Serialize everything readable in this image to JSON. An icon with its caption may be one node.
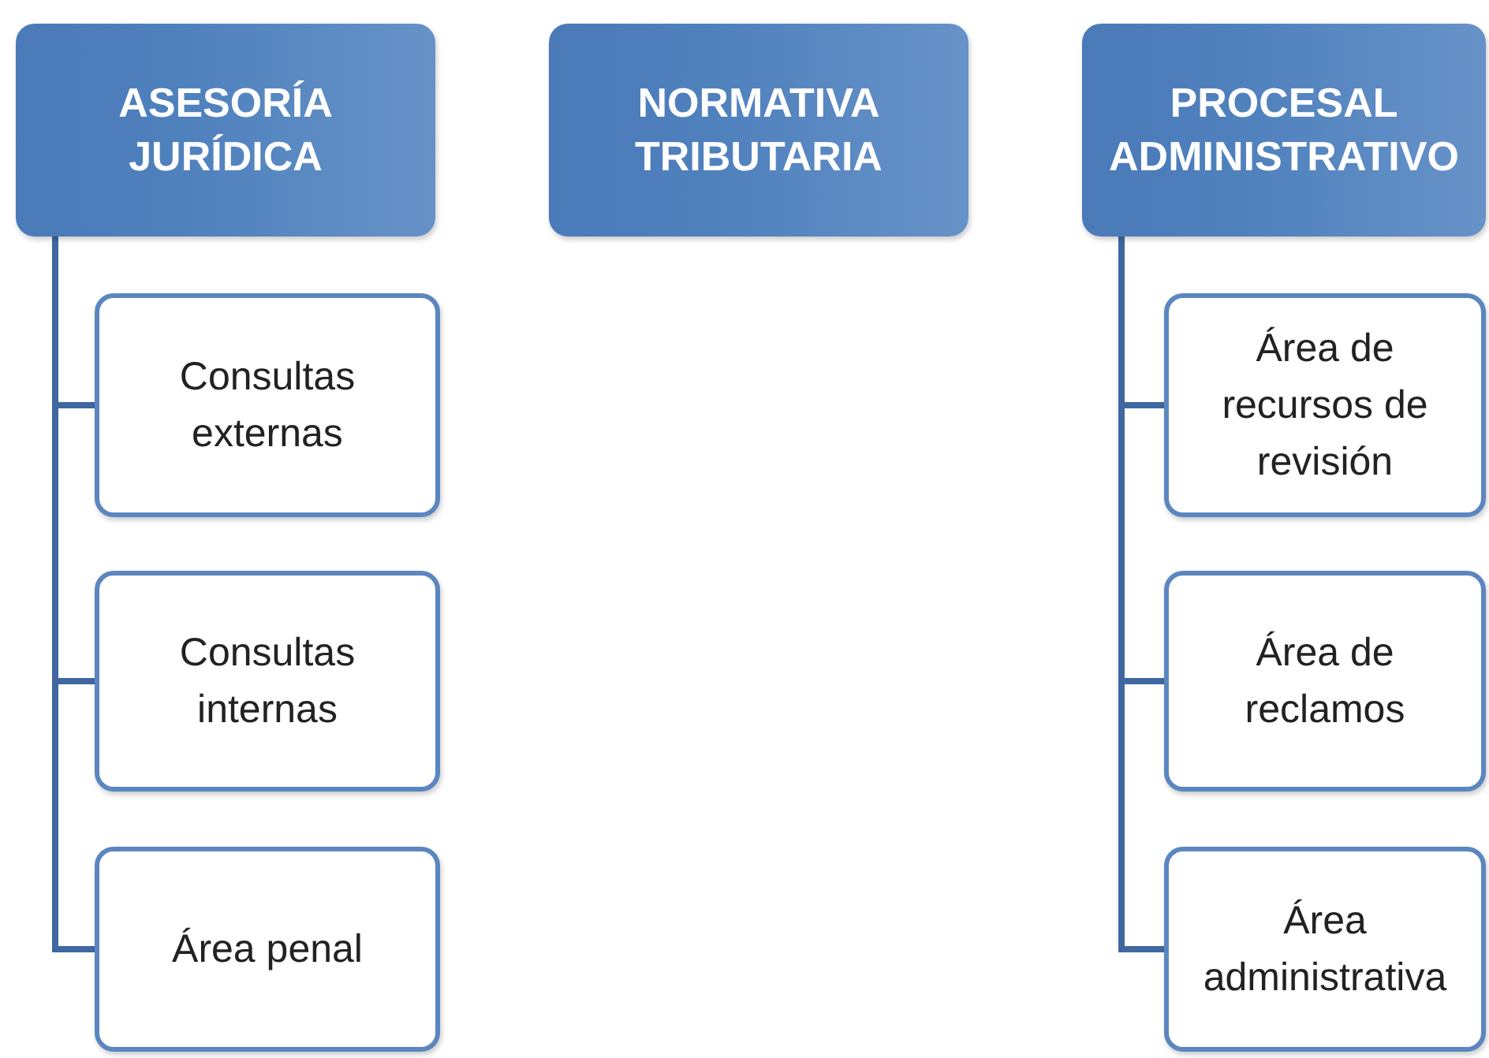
{
  "diagram": {
    "nodes": [
      {
        "text": [
          "ASESORÍA JURÍDICA"
        ]
      },
      {
        "text": [
          "Consultas externas"
        ]
      },
      {
        "text": [
          "Consultas internas"
        ]
      },
      {
        "text": [
          "Área penal"
        ]
      },
      {
        "text": [
          "NORMATIVA TRIBUTARIA"
        ]
      },
      {
        "text": [
          "PROCESAL ADMINISTRATIVO"
        ]
      },
      {
        "text": [
          "Área de recursos de revisión"
        ]
      },
      {
        "text": [
          "Área de reclamos"
        ]
      },
      {
        "text": [
          "Área administrativa"
        ]
      }
    ],
    "edges": [
      {
        "from": 0,
        "to": 1,
        "arrow": "none"
      },
      {
        "from": 0,
        "to": 2,
        "arrow": "none"
      },
      {
        "from": 0,
        "to": 3,
        "arrow": "none"
      },
      {
        "from": 5,
        "to": 6,
        "arrow": "none"
      },
      {
        "from": 5,
        "to": 7,
        "arrow": "none"
      },
      {
        "from": 5,
        "to": 8,
        "arrow": "none"
      }
    ]
  }
}
